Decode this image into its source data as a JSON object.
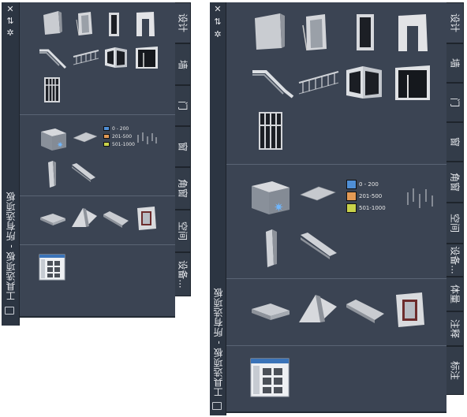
{
  "palette_title": "工具选项板 - 所有选项板",
  "controls": {
    "close": "✕",
    "pin": "⇅",
    "settings": "✲"
  },
  "tabs_small": [
    "设计",
    "墙",
    "门",
    "窗",
    "角窗",
    "空间",
    "设备..."
  ],
  "tabs_large": [
    "设计",
    "墙",
    "门",
    "窗",
    "角窗",
    "空间",
    "设备...",
    "体量",
    "注释",
    "标注"
  ],
  "legend": [
    {
      "label": "0 - 200",
      "color": "#4f8fd6"
    },
    {
      "label": "201-500",
      "color": "#e39a55"
    },
    {
      "label": "501-1000",
      "color": "#c9d24a"
    }
  ],
  "legend_small": [
    {
      "label": "0 - 200"
    },
    {
      "label": "201-500"
    },
    {
      "label": "501-1000"
    }
  ]
}
